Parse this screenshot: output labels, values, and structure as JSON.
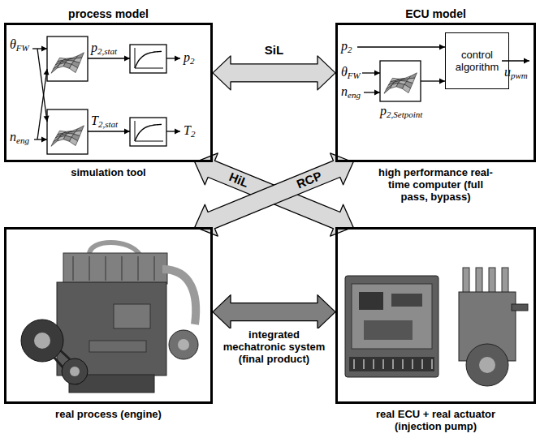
{
  "diagram": {
    "nodes": [
      {
        "text": [
          "process model",
          "simulation tool"
        ]
      },
      {
        "text": [
          "ECU model",
          "high performance real-time computer (full pass, bypass)"
        ]
      },
      {
        "text": [
          "control algorithm"
        ],
        "in": 1
      },
      {
        "text": [
          "real process (engine)"
        ]
      },
      {
        "text": [
          "real ECU + real actuator (injection pump)"
        ]
      }
    ],
    "edges": [
      {
        "from": 0,
        "to": 1,
        "arrow": "both",
        "label": "SiL"
      },
      {
        "from": 0,
        "to": 4,
        "arrow": "both",
        "label": "HiL"
      },
      {
        "from": 1,
        "to": 3,
        "arrow": "both",
        "label": "RCP"
      },
      {
        "from": 3,
        "to": 4,
        "arrow": "both",
        "label": "integrated mechatronic system (final product)"
      }
    ],
    "labels": [
      "θFW",
      "neng",
      "p2,stat",
      "T2,stat",
      "p2",
      "T2",
      "p2",
      "θFW",
      "neng",
      "p2,Setpoint",
      "upwm"
    ]
  }
}
